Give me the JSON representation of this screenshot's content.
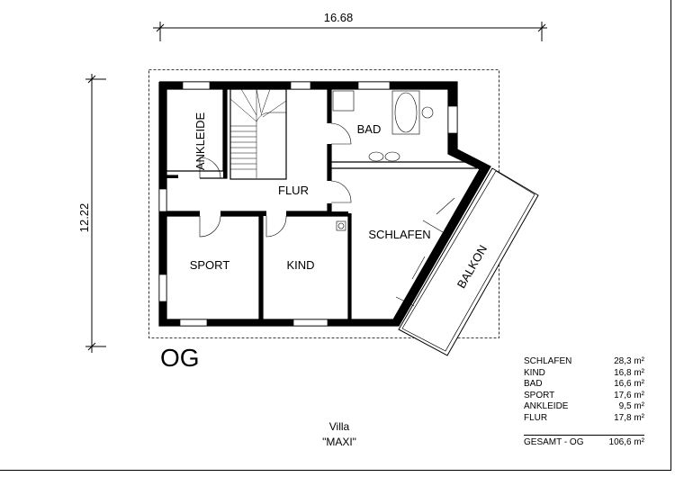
{
  "dimensions": {
    "width_label": "16.68",
    "height_label": "12.22"
  },
  "floor_label": "OG",
  "rooms": {
    "ankleide": "ANKLEIDE",
    "bad": "BAD",
    "flur": "FLUR",
    "schlafen": "SCHLAFEN",
    "sport": "SPORT",
    "kind": "KIND",
    "balkon": "BALKON"
  },
  "title": {
    "line1": "Villa",
    "line2": "\"MAXI\""
  },
  "area_table": {
    "rows": [
      {
        "room": "SCHLAFEN",
        "area": "28,3 m²"
      },
      {
        "room": "KIND",
        "area": "16,8 m²"
      },
      {
        "room": "BAD",
        "area": "16,6 m²"
      },
      {
        "room": "SPORT",
        "area": "17,6 m²"
      },
      {
        "room": "ANKLEIDE",
        "area": "9,5 m²"
      },
      {
        "room": "FLUR",
        "area": "17,8 m²"
      }
    ],
    "total_label": "GESAMT - OG",
    "total_area": "106,6 m²"
  }
}
